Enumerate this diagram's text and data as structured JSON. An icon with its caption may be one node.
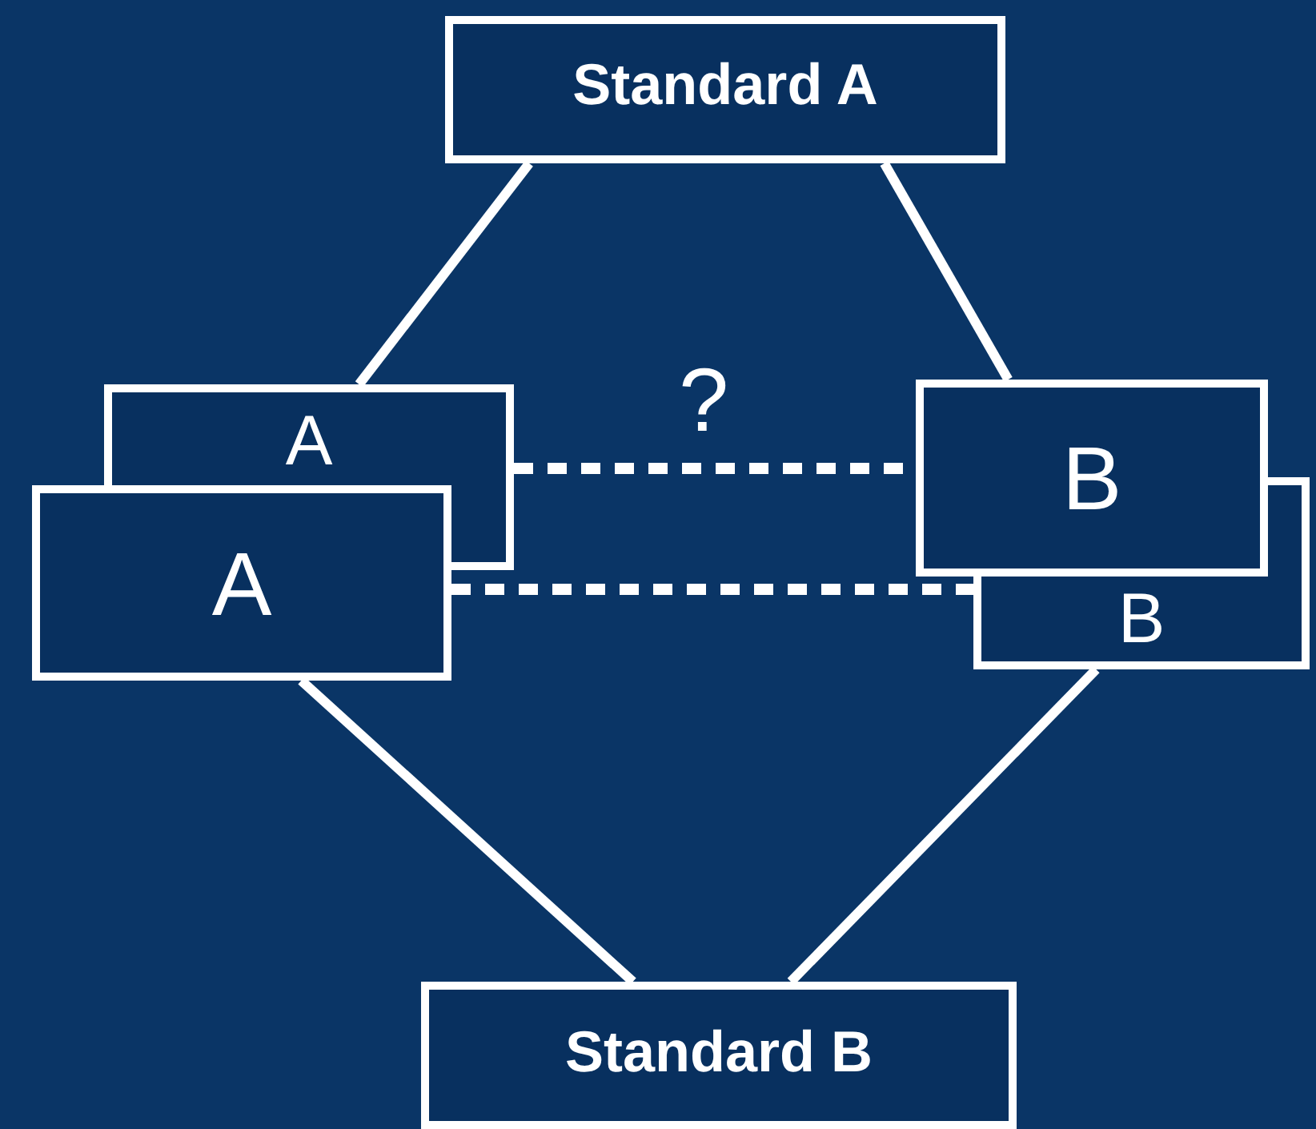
{
  "diagram": {
    "nodes": [
      {
        "text": [
          "Standard A"
        ]
      },
      {
        "text": [
          "A"
        ]
      },
      {
        "text": [
          "A"
        ]
      },
      {
        "text": [
          "B"
        ]
      },
      {
        "text": [
          "B"
        ]
      },
      {
        "text": [
          "Standard B"
        ]
      }
    ],
    "edges": [
      {
        "from": 0,
        "to": 1,
        "arrow": "none"
      },
      {
        "from": 0,
        "to": 3,
        "arrow": "none"
      },
      {
        "from": 1,
        "to": 3,
        "arrow": "none",
        "style": "dashed"
      },
      {
        "from": 2,
        "to": 4,
        "arrow": "none",
        "style": "dashed"
      },
      {
        "from": 2,
        "to": 5,
        "arrow": "none"
      },
      {
        "from": 4,
        "to": 5,
        "arrow": "none"
      }
    ],
    "labels": [
      "?"
    ]
  }
}
